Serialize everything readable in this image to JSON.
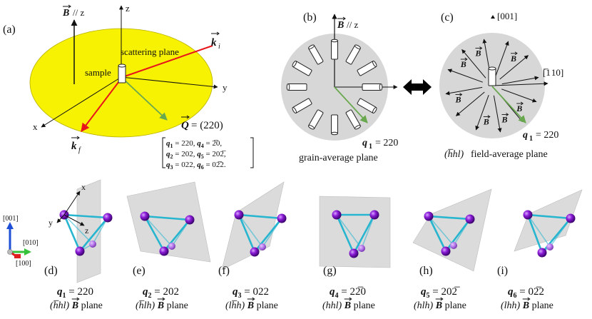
{
  "top": {
    "a": {
      "label": "(a)",
      "b_axis": "// z",
      "z": "z",
      "y": "y",
      "x": "x",
      "scattering_plane": "scattering plane",
      "sample": "sample",
      "Q_eq": "= (220)",
      "ki_sub": "i",
      "kf_sub": "f",
      "q_lines": [
        {
          "a": "1",
          "av": " = 220,  ",
          "b": "4",
          "bv": " = 2̅0,"
        },
        {
          "a": "2",
          "av": " = 202,  ",
          "b": "5",
          "bv": " = 202̅,"
        },
        {
          "a": "3",
          "av": " = 022,  ",
          "b": "6",
          "bv": " = 02̅2."
        }
      ]
    },
    "b": {
      "label": "(b)",
      "b_axis": "// z",
      "q1": "= 220",
      "caption": "grain-average plane"
    },
    "c": {
      "label": "(c)",
      "dir_001": "[001]",
      "dir_110": "[̅1 10]",
      "q1": "= 220",
      "caption_hkl": "(h̅hl)",
      "caption_rest": " field-average plane"
    }
  },
  "tripod": {
    "l001": "[001]",
    "l010": "[010]",
    "l100": "[100]"
  },
  "axes_d": {
    "x": "x",
    "y": "y",
    "z": "z"
  },
  "panels": [
    {
      "label": "(d)",
      "q_sub": "1",
      "q_val": "= 220",
      "hkl": "(h̅hl)",
      "plane": "plane"
    },
    {
      "label": "(e)",
      "q_sub": "2",
      "q_val": "= 202",
      "hkl": "(h̅lh)",
      "plane": "plane"
    },
    {
      "label": "(f)",
      "q_sub": "3",
      "q_val": "= 022",
      "hkl": "(lh̅h)",
      "plane": "plane"
    },
    {
      "label": "(g)",
      "q_sub": "4",
      "q_val": "= 22̅0",
      "hkl": "(hhl)",
      "plane": "plane"
    },
    {
      "label": "(h)",
      "q_sub": "5",
      "q_val": "= 202̅",
      "hkl": "(hlh)",
      "plane": "plane"
    },
    {
      "label": "(i)",
      "q_sub": "6",
      "q_val": "= 02̅2",
      "hkl": "(lhh)",
      "plane": "plane"
    }
  ],
  "colors": {
    "ellipse": "#f7f102",
    "red": "#e8151b",
    "green": "#6aa84f",
    "gray": "#d7d7d7",
    "bond": "#27b5cf",
    "atom": "#8a1bd6",
    "axis_blue": "#1e4fd6",
    "axis_green": "#36c23a",
    "axis_red": "#e02020"
  }
}
